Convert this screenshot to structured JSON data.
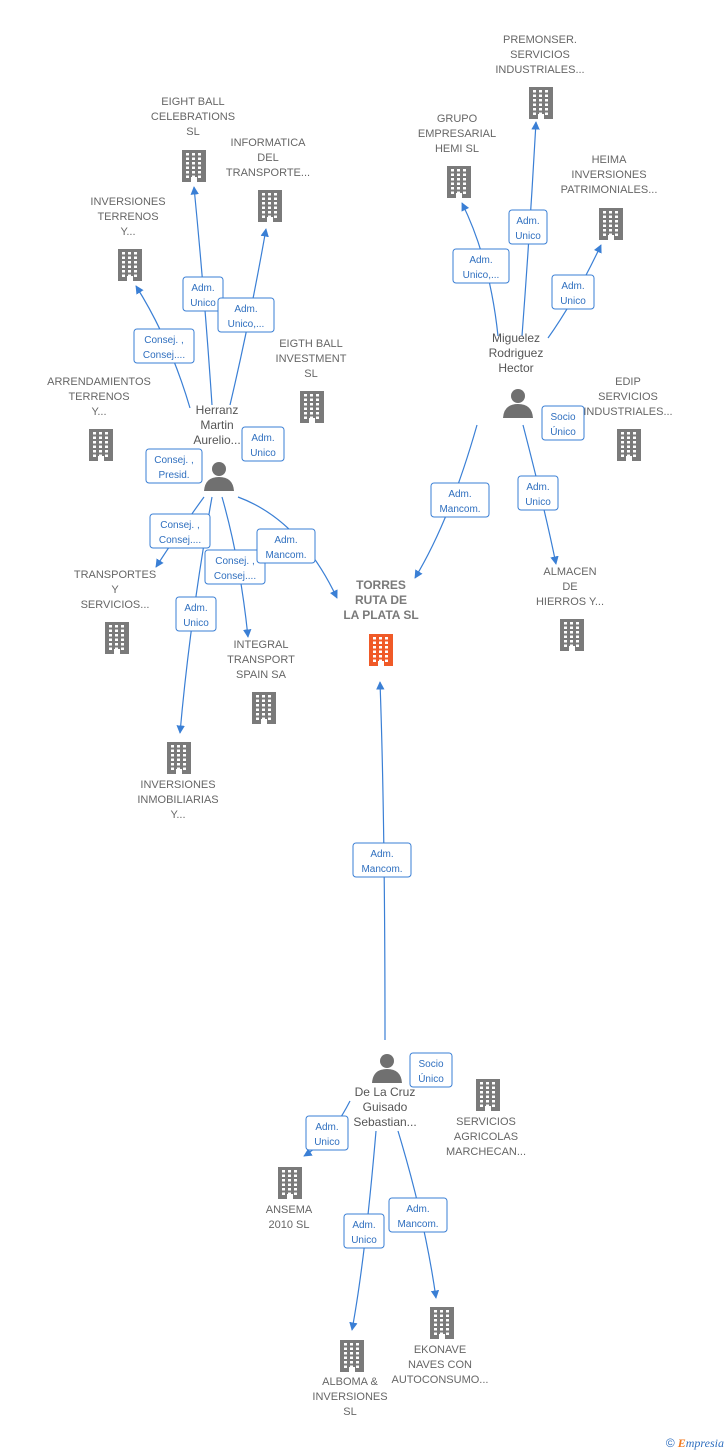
{
  "colors": {
    "edge": "#3a7fd5",
    "company_icon": "#7a7a7a",
    "main_company_icon": "#f05a28",
    "person_icon": "#707070",
    "label": "#666666"
  },
  "main_company": {
    "name_lines": [
      "TORRES",
      "RUTA DE",
      "LA PLATA  SL"
    ],
    "icon": "building-icon"
  },
  "persons": [
    {
      "id": "herranz",
      "name_lines": [
        "Herranz",
        "Martin",
        "Aurelio..."
      ],
      "icon": "person-icon"
    },
    {
      "id": "miguelez",
      "name_lines": [
        "Miguelez",
        "Rodriguez",
        "Hector"
      ],
      "icon": "person-icon"
    },
    {
      "id": "delacruz",
      "name_lines": [
        "De La Cruz",
        "Guisado",
        "Sebastian..."
      ],
      "icon": "person-icon"
    }
  ],
  "companies": [
    {
      "id": "premonser",
      "name_lines": [
        "PREMONSER.",
        "SERVICIOS",
        "INDUSTRIALES..."
      ]
    },
    {
      "id": "grupo",
      "name_lines": [
        "GRUPO",
        "EMPRESARIAL",
        "HEMI  SL"
      ]
    },
    {
      "id": "heima",
      "name_lines": [
        "HEIMA",
        "INVERSIONES",
        "PATRIMONIALES..."
      ]
    },
    {
      "id": "edip",
      "name_lines": [
        "EDIP",
        "SERVICIOS",
        "INDUSTRIALES..."
      ]
    },
    {
      "id": "almacen",
      "name_lines": [
        "ALMACEN",
        "DE",
        "HIERROS Y..."
      ]
    },
    {
      "id": "eightball",
      "name_lines": [
        "EIGHT BALL",
        "CELEBRATIONS",
        "SL"
      ]
    },
    {
      "id": "informatica",
      "name_lines": [
        "INFORMATICA",
        "DEL",
        "TRANSPORTE..."
      ]
    },
    {
      "id": "invterrenos",
      "name_lines": [
        "INVERSIONES",
        "TERRENOS",
        "Y..."
      ]
    },
    {
      "id": "eigthball",
      "name_lines": [
        "EIGTH BALL",
        "INVESTMENT",
        "SL"
      ]
    },
    {
      "id": "arrendamientos",
      "name_lines": [
        "ARRENDAMIENTOS",
        "TERRENOS",
        "Y..."
      ]
    },
    {
      "id": "transportes",
      "name_lines": [
        "TRANSPORTES",
        "Y",
        "SERVICIOS..."
      ]
    },
    {
      "id": "integral",
      "name_lines": [
        "INTEGRAL",
        "TRANSPORT",
        "SPAIN SA"
      ]
    },
    {
      "id": "invinmob",
      "name_lines": [
        "INVERSIONES",
        "INMOBILIARIAS",
        "Y..."
      ]
    },
    {
      "id": "servagricolas",
      "name_lines": [
        "SERVICIOS",
        "AGRICOLAS",
        "MARCHECAN..."
      ]
    },
    {
      "id": "ansema",
      "name_lines": [
        "ANSEMA",
        "2010  SL"
      ]
    },
    {
      "id": "alboma",
      "name_lines": [
        "ALBOMA &",
        "INVERSIONES",
        "SL"
      ]
    },
    {
      "id": "ekonave",
      "name_lines": [
        "EKONAVE",
        "NAVES CON",
        "AUTOCONSUMO..."
      ]
    }
  ],
  "relations": [
    {
      "from": "miguelez",
      "to": "premonser",
      "label_lines": [
        "Adm.",
        "Unico"
      ]
    },
    {
      "from": "miguelez",
      "to": "grupo",
      "label_lines": [
        "Adm.",
        "Unico,..."
      ]
    },
    {
      "from": "miguelez",
      "to": "heima",
      "label_lines": [
        "Adm.",
        "Unico"
      ]
    },
    {
      "from": "miguelez",
      "to": "edip",
      "label_lines": [
        "Socio",
        "Único"
      ]
    },
    {
      "from": "miguelez",
      "to": "main",
      "label_lines": [
        "Adm.",
        "Mancom."
      ]
    },
    {
      "from": "miguelez",
      "to": "almacen",
      "label_lines": [
        "Adm.",
        "Unico"
      ]
    },
    {
      "from": "herranz",
      "to": "eightball",
      "label_lines": [
        "Adm.",
        "Unico"
      ]
    },
    {
      "from": "herranz",
      "to": "informatica",
      "label_lines": [
        "Adm.",
        "Unico,..."
      ]
    },
    {
      "from": "herranz",
      "to": "invterrenos",
      "label_lines": [
        "Consej. ,",
        "Consej...."
      ]
    },
    {
      "from": "herranz",
      "to": "eigthball",
      "label_lines": [
        "Adm.",
        "Unico"
      ]
    },
    {
      "from": "herranz",
      "to": "arrendamientos",
      "label_lines": [
        "Consej. ,",
        "Presid."
      ]
    },
    {
      "from": "herranz",
      "to": "transportes",
      "label_lines": [
        "Consej. ,",
        "Consej...."
      ]
    },
    {
      "from": "herranz",
      "to": "integral",
      "label_lines": [
        "Consej. ,",
        "Consej...."
      ]
    },
    {
      "from": "herranz",
      "to": "main",
      "label_lines": [
        "Adm.",
        "Mancom."
      ]
    },
    {
      "from": "herranz",
      "to": "invinmob",
      "label_lines": [
        "Adm.",
        "Unico"
      ]
    },
    {
      "from": "delacruz",
      "to": "main",
      "label_lines": [
        "Adm.",
        "Mancom."
      ]
    },
    {
      "from": "delacruz",
      "to": "servagricolas",
      "label_lines": [
        "Socio",
        "Único"
      ]
    },
    {
      "from": "delacruz",
      "to": "ansema",
      "label_lines": [
        "Adm.",
        "Unico"
      ]
    },
    {
      "from": "delacruz",
      "to": "alboma",
      "label_lines": [
        "Adm.",
        "Unico"
      ]
    },
    {
      "from": "delacruz",
      "to": "ekonave",
      "label_lines": [
        "Adm.",
        "Mancom."
      ]
    }
  ],
  "footer": {
    "copyright_symbol": "©",
    "brand_first": "E",
    "brand_rest": "mpresia"
  }
}
